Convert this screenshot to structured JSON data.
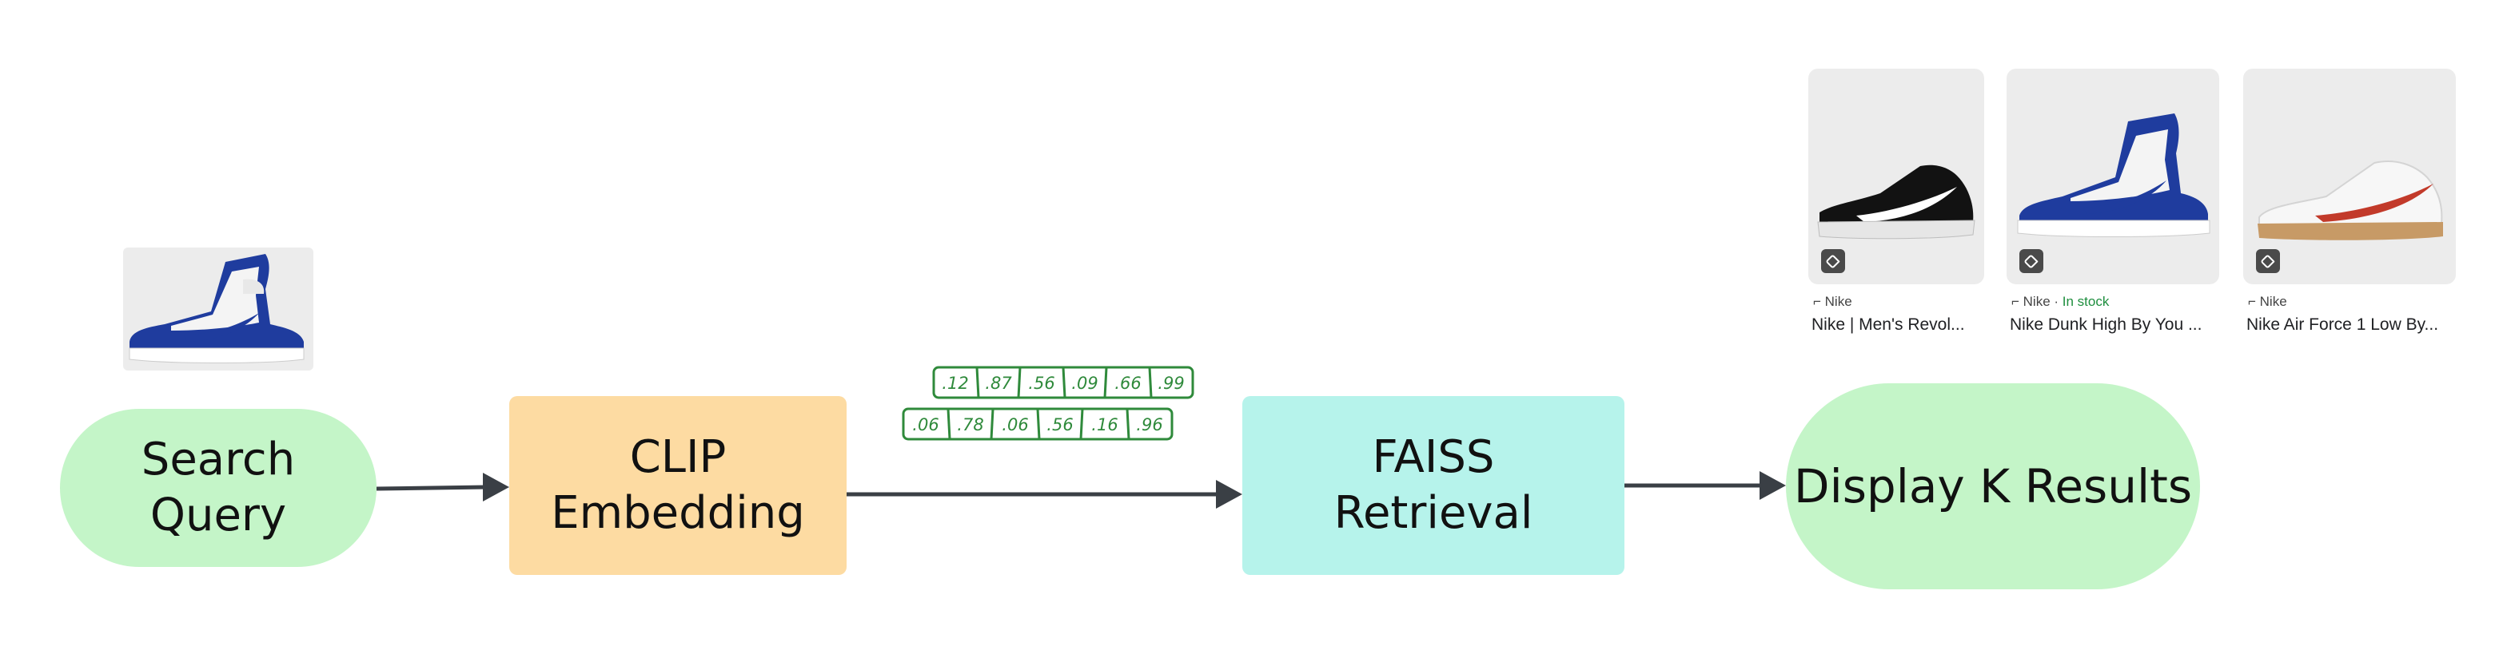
{
  "nodes": {
    "search_query": "Search\nQuery",
    "clip_embedding": "CLIP\nEmbedding",
    "faiss_retrieval": "FAISS\nRetrieval",
    "display_results": "Display K Results"
  },
  "embedding_vectors": [
    [
      ".12",
      ".87",
      ".56",
      ".09",
      ".66",
      ".99"
    ],
    [
      ".06",
      ".78",
      ".06",
      ".56",
      ".16",
      ".96"
    ]
  ],
  "results": [
    {
      "brand": "Nike",
      "availability": "",
      "title": "Nike | Men's Revol..."
    },
    {
      "brand": "Nike",
      "availability": "In stock",
      "title": "Nike Dunk High By You ..."
    },
    {
      "brand": "Nike",
      "availability": "",
      "title": "Nike Air Force 1 Low By..."
    }
  ],
  "colors": {
    "green_node": "#c4f5c8",
    "clip_node": "#fddba2",
    "faiss_node": "#b6f3eb",
    "arrow": "#3a3f45",
    "vector_ink": "#2f8a3b",
    "in_stock": "#1e8e3e"
  },
  "icons": {
    "query_image": "blue-high-top-sneaker-image",
    "result_tag": "price-tag-icon"
  }
}
